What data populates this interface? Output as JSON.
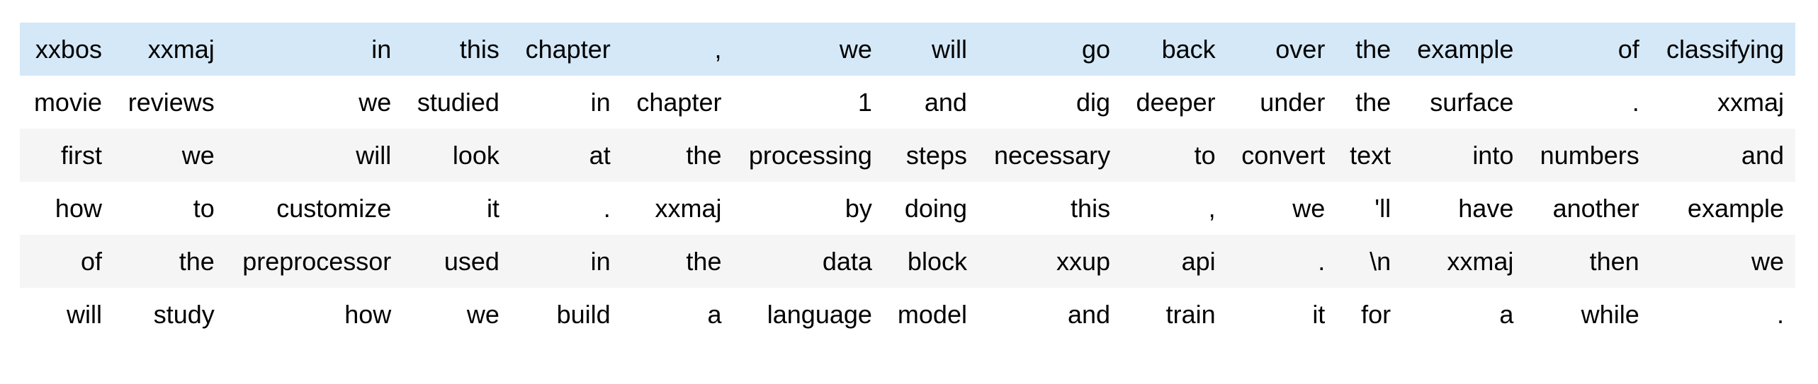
{
  "table": {
    "description_name": "tokenized-text-table",
    "columns_count": 15,
    "rows_count": 6,
    "highlighted_row_index": 0,
    "colors": {
      "highlighted_row_bg": "#d4e8f7",
      "striped_row_bg": "#f5f5f5",
      "default_row_bg": "#ffffff",
      "text": "#000000"
    },
    "rows": [
      [
        "xxbos",
        "xxmaj",
        "in",
        "this",
        "chapter",
        ",",
        "we",
        "will",
        "go",
        "back",
        "over",
        "the",
        "example",
        "of",
        "classifying"
      ],
      [
        "movie",
        "reviews",
        "we",
        "studied",
        "in",
        "chapter",
        "1",
        "and",
        "dig",
        "deeper",
        "under",
        "the",
        "surface",
        ".",
        "xxmaj"
      ],
      [
        "first",
        "we",
        "will",
        "look",
        "at",
        "the",
        "processing",
        "steps",
        "necessary",
        "to",
        "convert",
        "text",
        "into",
        "numbers",
        "and"
      ],
      [
        "how",
        "to",
        "customize",
        "it",
        ".",
        "xxmaj",
        "by",
        "doing",
        "this",
        ",",
        "we",
        "'ll",
        "have",
        "another",
        "example"
      ],
      [
        "of",
        "the",
        "preprocessor",
        "used",
        "in",
        "the",
        "data",
        "block",
        "xxup",
        "api",
        ".",
        "\\n",
        "xxmaj",
        "then",
        "we"
      ],
      [
        "will",
        "study",
        "how",
        "we",
        "build",
        "a",
        "language",
        "model",
        "and",
        "train",
        "it",
        "for",
        "a",
        "while",
        "."
      ]
    ]
  }
}
